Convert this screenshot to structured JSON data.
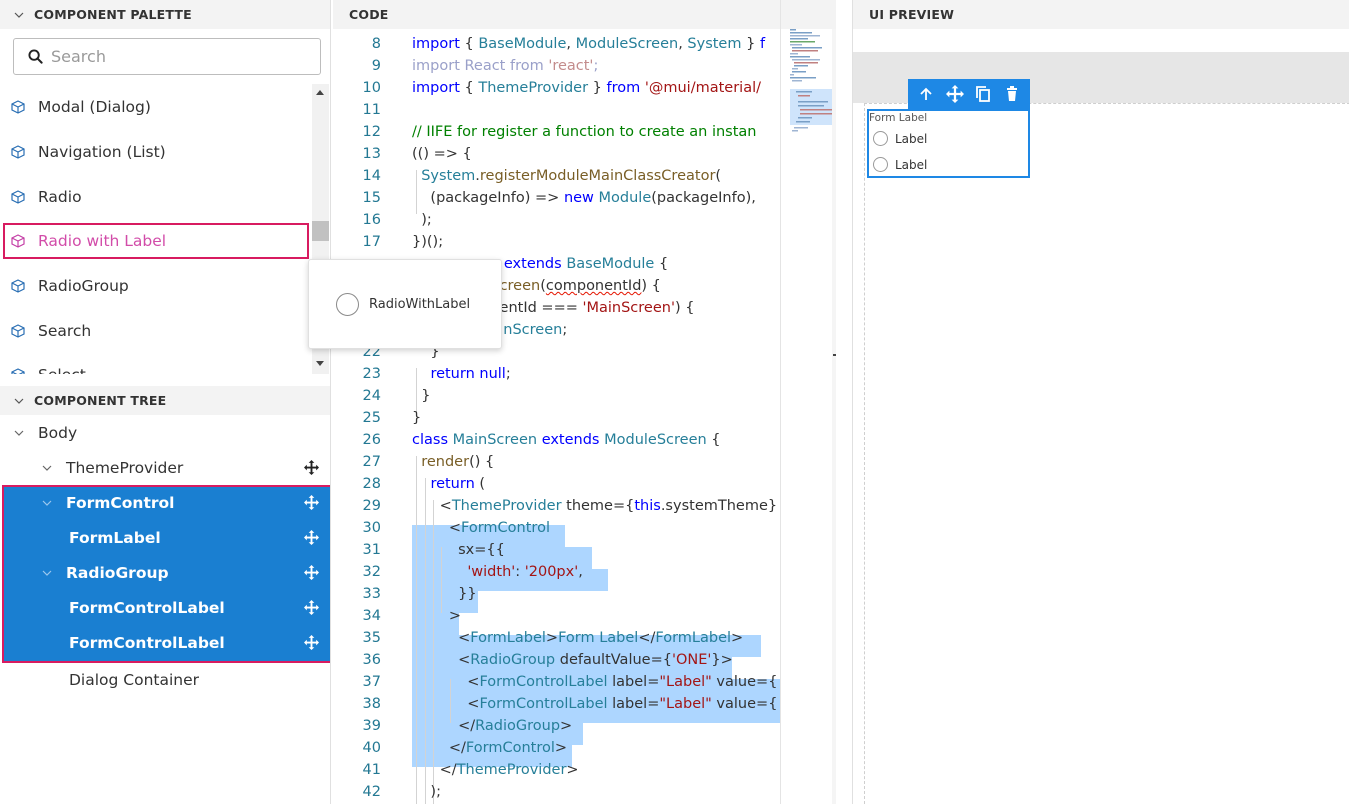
{
  "palette": {
    "header": "COMPONENT PALETTE",
    "search_placeholder": "Search",
    "items": [
      "Modal (Dialog)",
      "Navigation (List)",
      "Radio",
      "Radio with Label",
      "RadioGroup",
      "Search",
      "Select"
    ],
    "active_item": "Radio with Label",
    "tooltip_label": "RadioWithLabel"
  },
  "tree": {
    "header": "COMPONENT TREE",
    "nodes": [
      "Body",
      "ThemeProvider",
      "FormControl",
      "FormLabel",
      "RadioGroup",
      "FormControlLabel",
      "FormControlLabel",
      "Dialog Container"
    ]
  },
  "code": {
    "header": "CODE",
    "line_numbers": [
      "8",
      "9",
      "10",
      "11",
      "12",
      "13",
      "14",
      "15",
      "16",
      "17",
      "22",
      "23",
      "24",
      "25",
      "26",
      "27",
      "28",
      "29",
      "30",
      "31",
      "32",
      "33",
      "34",
      "35",
      "36",
      "37",
      "38",
      "39",
      "40",
      "41",
      "42"
    ]
  },
  "preview": {
    "header": "UI PREVIEW",
    "form_label": "Form Label",
    "radio_labels": [
      "Label",
      "Label"
    ]
  },
  "colors": {
    "selection_blue": "#1a7fd1",
    "highlight_border": "#d81b60",
    "active_text": "#d24ca9",
    "code_selection": "#add6ff",
    "toolbar_blue": "#1e88e5"
  }
}
